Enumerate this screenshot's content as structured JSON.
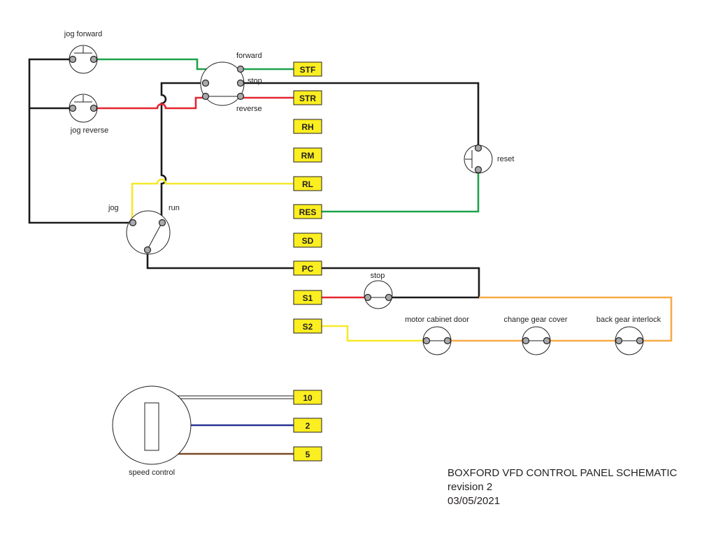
{
  "colors": {
    "black": "#1a1a1a",
    "green": "#1ea24a",
    "red": "#e4262f",
    "yellow": "#f5e92a",
    "orange": "#f7ab47",
    "blue": "#2b3493",
    "brown": "#7b4a27",
    "terminal_fill": "#fbee21"
  },
  "terminals": [
    "STF",
    "STR",
    "RH",
    "RM",
    "RL",
    "RES",
    "SD",
    "PC",
    "S1",
    "S2",
    "10",
    "2",
    "5"
  ],
  "switch_labels": {
    "jog_forward": "jog forward",
    "jog_reverse": "jog reverse",
    "forward": "forward",
    "stop_selector": "stop",
    "reverse": "reverse",
    "reset": "reset",
    "jog": "jog",
    "run": "run",
    "stop_button": "stop",
    "motor_cabinet_door": "motor cabinet door",
    "change_gear_cover": "change gear cover",
    "back_gear_interlock": "back gear interlock",
    "speed_control": "speed control"
  },
  "title_block": {
    "title": "BOXFORD VFD CONTROL PANEL SCHEMATIC",
    "revision": "revision 2",
    "date": "03/05/2021"
  }
}
